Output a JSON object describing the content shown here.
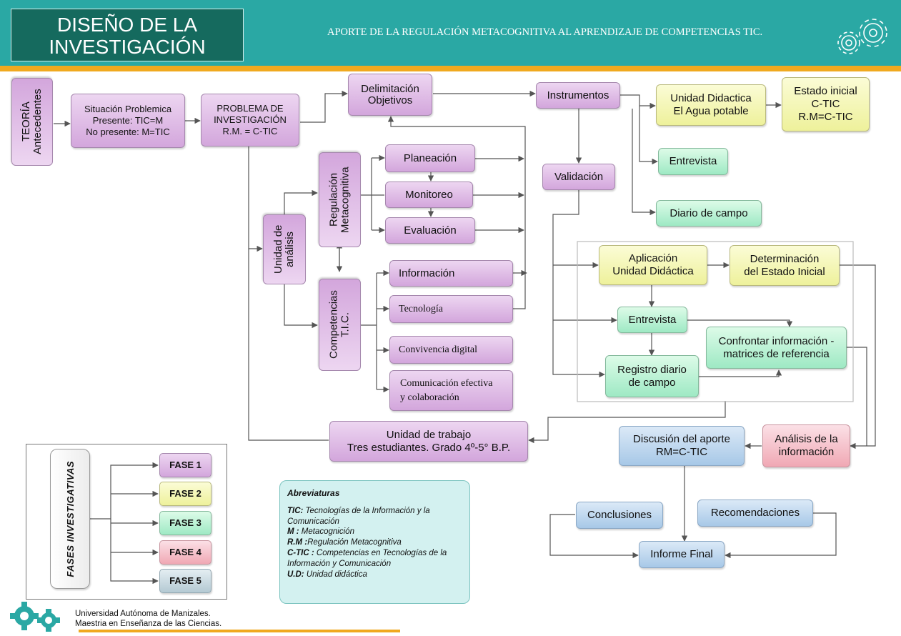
{
  "header": {
    "title": "DISEÑO DE LA\nINVESTIGACIÓN",
    "subtitle": "APORTE DE LA REGULACIÓN METACOGNITIVA AL APRENDIZAJE DE COMPETENCIAS TIC."
  },
  "nodes": {
    "teoria": "TEORÍA\nAntecedentes",
    "situacion": "Situación Problemica\nPresente:  TIC=M\nNo presente: M=TIC",
    "problema": "PROBLEMA DE\nINVESTIGACIÓN\nR.M. = C-TIC",
    "delimitacion": "Delimitación\nObjetivos",
    "instrumentos": "Instrumentos",
    "unidad_didactica": "Unidad Didactica\nEl Agua potable",
    "estado_inicial": "Estado inicial\nC-TIC\nR.M=C-TIC",
    "entrevista_top": "Entrevista",
    "validacion": "Validación",
    "diario_campo": "Diario de campo",
    "unidad_analisis": "Unidad de\nanálisis",
    "regulacion": "Regulación\nMetacognitiva",
    "competencias": "Competencias\nT.I.C.",
    "planeacion": "Planeación",
    "monitoreo": "Monitoreo",
    "evaluacion": "Evaluación",
    "informacion": "Información",
    "tecnologia": "Tecnología",
    "convivencia": "Convivencia digital",
    "comunicacion": "Comunicación efectiva\ny colaboración",
    "aplicacion": "Aplicación\nUnidad Didáctica",
    "determinacion": "Determinación\ndel Estado Inicial",
    "entrevista_mid": "Entrevista",
    "confrontar": "Confrontar información -\nmatrices de referencia",
    "registro": "Registro diario\nde campo",
    "unidad_trabajo": "Unidad de trabajo\nTres estudiantes. Grado 4º-5° B.P.",
    "discusion": "Discusión del aporte\nRM=C-TIC",
    "analisis": "Análisis de la\ninformación",
    "conclusiones": "Conclusiones",
    "recomendaciones": "Recomendaciones",
    "informe": "Informe Final"
  },
  "legend": {
    "title": "FASES INVESTIGATIVAS",
    "fases": [
      "FASE 1",
      "FASE 2",
      "FASE 3",
      "FASE 4",
      "FASE 5"
    ]
  },
  "abbreviations": {
    "title": "Abreviaturas",
    "items": [
      {
        "key": "TIC:",
        "text": " Tecnologías de la Información y la Comunicación"
      },
      {
        "key": "M :",
        "text": " Metacognición"
      },
      {
        "key": "R.M :",
        "text": "Regulación Metacognitiva"
      },
      {
        "key": "C-TIC :",
        "text": " Competencias en Tecnologías de la Información y Comunicación"
      },
      {
        "key": "U.D:",
        "text": " Unidad didáctica"
      }
    ]
  },
  "footer": {
    "line1": "Universidad Autónoma de Manizales.",
    "line2": "Maestria en Enseñanza de las Ciencias."
  },
  "colors": {
    "header": "#2aa8a4",
    "title_box": "#156a5e",
    "accent_bar": "#f0a91f",
    "fase1_purple": "#d3a6dc",
    "fase2_yellow": "#eef19b",
    "fase3_green": "#9ee9c4",
    "fase4_red": "#f0a8b4",
    "fase5_gray": "#b4c9d3",
    "discussion_blue": "#a7c8e7"
  },
  "icons": [
    "gears-icon",
    "footer-gears-icon"
  ]
}
